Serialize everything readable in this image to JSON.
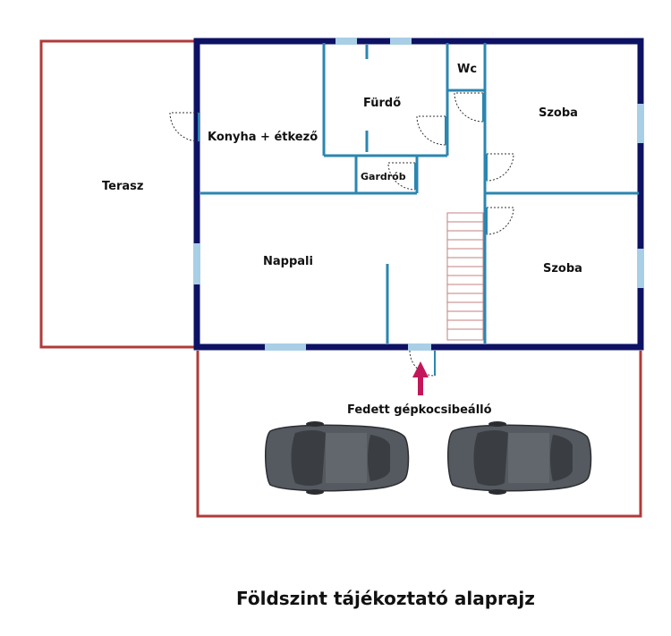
{
  "colors": {
    "outer_wall": "#0d1264",
    "inner_wall": "#2b86b0",
    "perimeter": "#b03a3a",
    "window": "#a9cfe6",
    "stair": "#c08080",
    "entry_arrow": "#c2185b",
    "car_body": "#555960",
    "car_glass": "#3a3d42"
  },
  "rooms": {
    "terasz": "Terasz",
    "konyha": "Konyha + étkező",
    "furdo": "Fürdő",
    "wc": "Wc",
    "gardrob": "Gardrób",
    "szoba_top": "Szoba",
    "szoba_bottom": "Szoba",
    "nappali": "Nappali",
    "garage": "Fedett gépkocsibeálló"
  },
  "caption": "Földszint tájékoztató alaprajz"
}
